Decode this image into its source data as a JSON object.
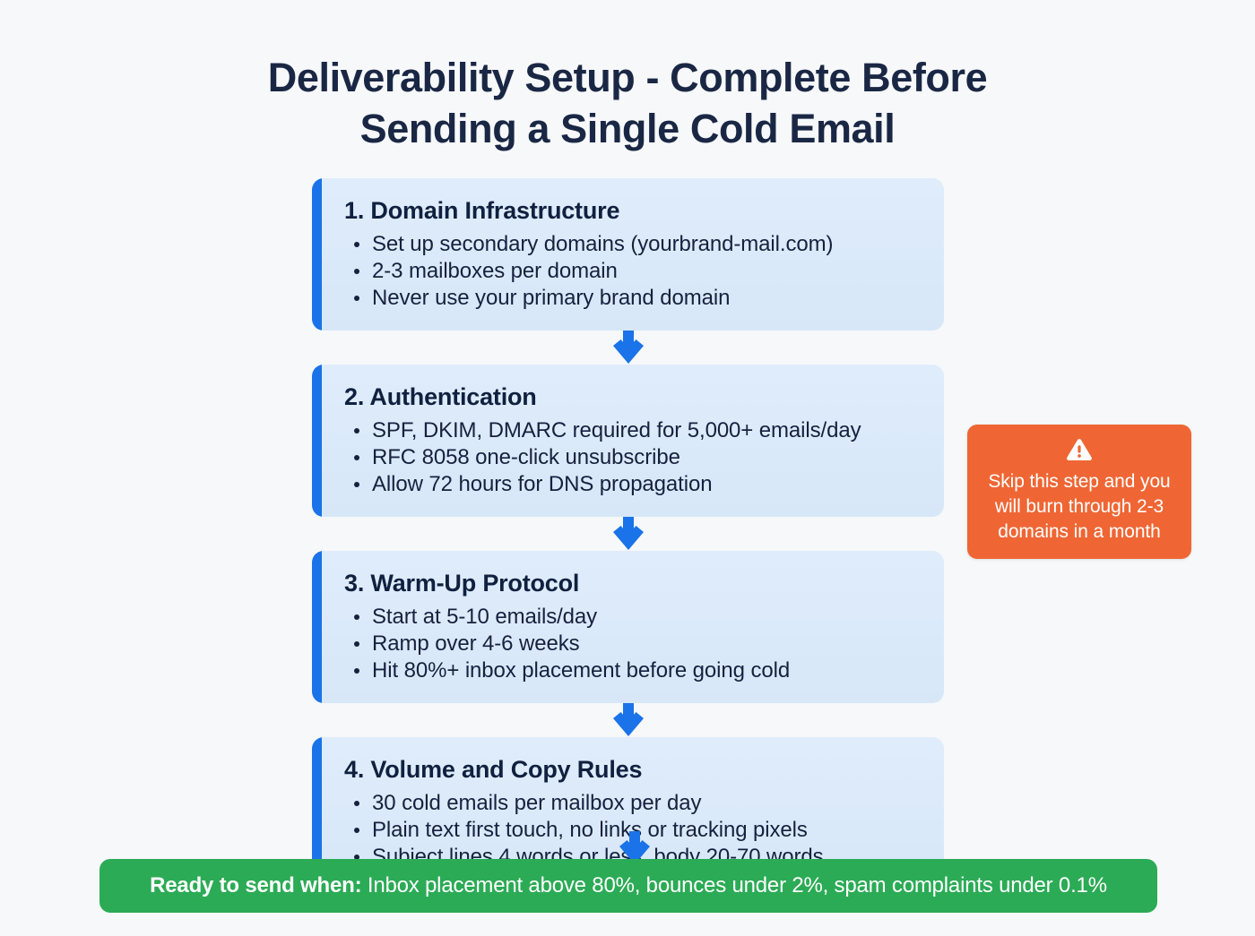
{
  "title": {
    "line1": "Deliverability Setup - Complete Before",
    "line2": "Sending a Single Cold Email"
  },
  "colors": {
    "background": "#f6f8fa",
    "title_text": "#1a2744",
    "card_background": "#dfecfb",
    "card_accent": "#1a73e8",
    "arrow": "#1a73e8",
    "callout_background": "#ef6634",
    "footer_background": "#2bab55",
    "body_text": "#16213e"
  },
  "steps": [
    {
      "title": "1. Domain Infrastructure",
      "bullets": [
        "Set up secondary domains (yourbrand-mail.com)",
        "2-3 mailboxes per domain",
        "Never use your primary brand domain"
      ]
    },
    {
      "title": "2. Authentication",
      "bullets": [
        "SPF, DKIM, DMARC required for 5,000+ emails/day",
        "RFC 8058 one-click unsubscribe",
        "Allow 72 hours for DNS propagation"
      ]
    },
    {
      "title": "3. Warm-Up Protocol",
      "bullets": [
        "Start at 5-10 emails/day",
        "Ramp over 4-6 weeks",
        "Hit 80%+ inbox placement before going cold"
      ]
    },
    {
      "title": "4. Volume and Copy Rules",
      "bullets": [
        "30 cold emails per mailbox per day",
        "Plain text first touch, no links or tracking pixels",
        "Subject lines 4 words or less, body 20-70 words"
      ]
    }
  ],
  "callout": {
    "icon": "warning-triangle-icon",
    "text": "Skip this step and you will burn through 2-3 domains in a month"
  },
  "footer": {
    "label": "Ready to send when:",
    "text": " Inbox placement above 80%, bounces under 2%, spam complaints under 0.1%"
  },
  "connectors": {
    "icon": "arrow-down-icon",
    "count": 4
  }
}
